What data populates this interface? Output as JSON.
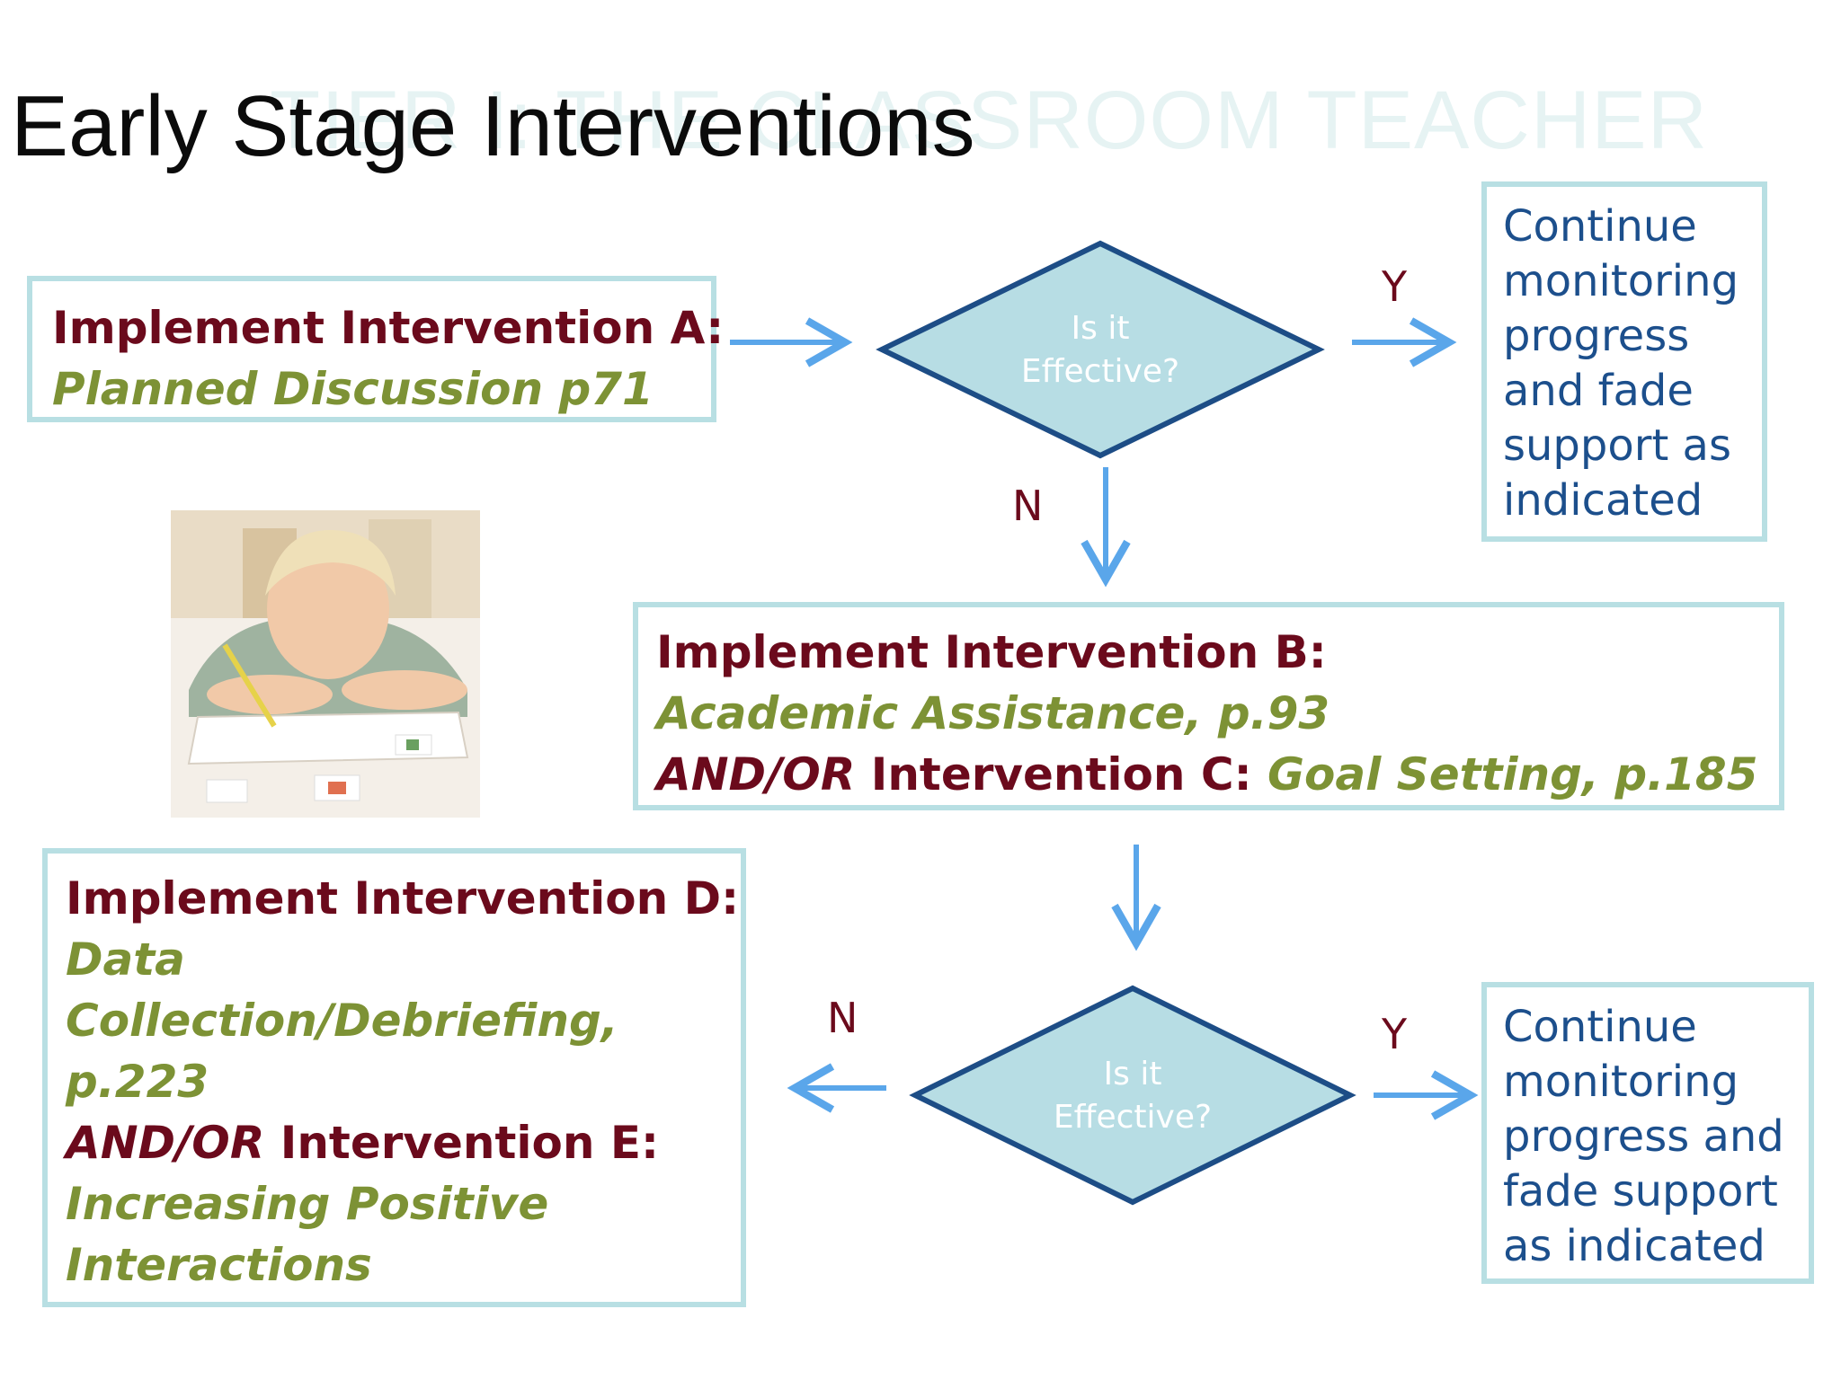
{
  "page": {
    "title": "Early Stage Interventions",
    "ghost_title": "TIER I: THE CLASSROOM TEACHER"
  },
  "diagram": {
    "box_a": {
      "heading": "Implement Intervention A:",
      "detail": "Planned Discussion p71"
    },
    "decision_1": {
      "line1": "Is it",
      "line2": "Effective?",
      "yes_label": "Y",
      "no_label": "N"
    },
    "continue_1": {
      "lines": [
        "Continue",
        "monitoring",
        "progress",
        "and fade",
        "support as",
        "indicated"
      ]
    },
    "box_b": {
      "heading": "Implement Intervention B:",
      "detail_b": "Academic Assistance, p.93",
      "andor": "AND/OR",
      "intervention_c": " Intervention C: ",
      "detail_c": "Goal Setting, p.185"
    },
    "decision_2": {
      "line1": "Is it",
      "line2": "Effective?",
      "yes_label": "Y",
      "no_label": "N"
    },
    "continue_2": {
      "lines": [
        "Continue",
        "monitoring",
        "progress and",
        "fade support",
        "as indicated"
      ]
    },
    "box_d": {
      "heading": "Implement Intervention D:",
      "detail_d_lines": [
        "Data",
        "Collection/Debriefing,",
        "p.223"
      ],
      "andor": "AND/OR",
      "intervention_e": " Intervention E:",
      "detail_e_lines": [
        "Increasing Positive",
        "Interactions"
      ]
    },
    "colors": {
      "diamond_fill": "#b7dde4",
      "diamond_stroke": "#1d4d86",
      "arrow": "#5aa6ea",
      "box_border": "#b8dfe3",
      "heading": "#6b0a1c",
      "detail": "#7d9235",
      "continue_text": "#1c4f8c"
    },
    "image": {
      "icon": "child-writing-photo"
    }
  }
}
